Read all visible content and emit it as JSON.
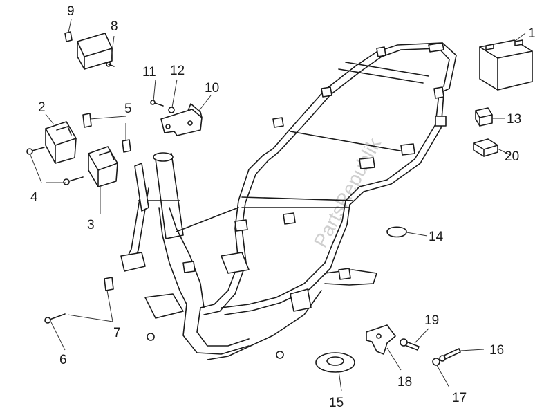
{
  "watermark": "PartsRepublik",
  "callouts": {
    "c1": "1",
    "c2": "2",
    "c3": "3",
    "c4": "4",
    "c5": "5",
    "c6": "6",
    "c7": "7",
    "c8": "8",
    "c9": "9",
    "c10": "10",
    "c11": "11",
    "c12": "12",
    "c13": "13",
    "c14": "14",
    "c15": "15",
    "c16": "16",
    "c17": "17",
    "c18": "18",
    "c19": "19",
    "c20": "20"
  }
}
